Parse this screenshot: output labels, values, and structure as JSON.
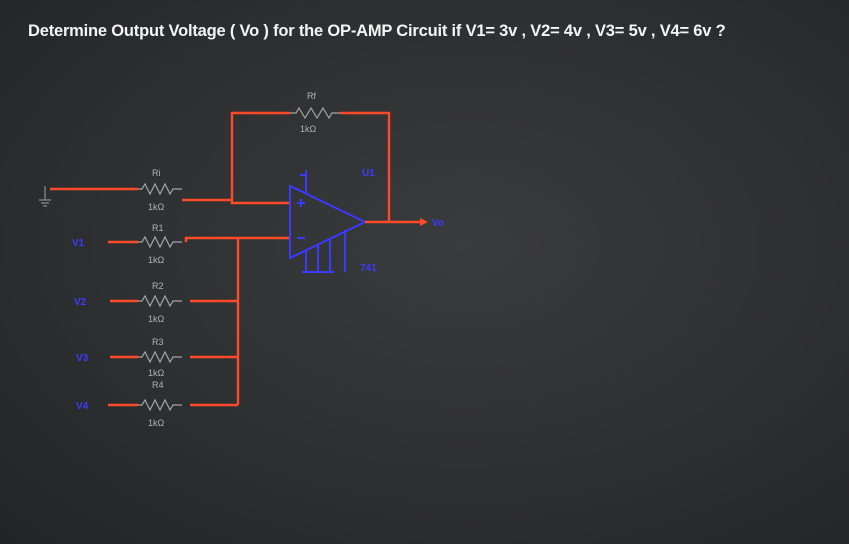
{
  "question": "Determine Output Voltage ( Vo ) for the OP-AMP Circuit if V1= 3v , V2= 4v , V3= 5v , V4= 6v ?",
  "circuit": {
    "feedback_resistor": {
      "name": "Rf",
      "value": "1kΩ"
    },
    "input_resistors": [
      {
        "name": "Ri",
        "value": "1kΩ"
      },
      {
        "name": "R1",
        "value": "1kΩ"
      },
      {
        "name": "R2",
        "value": "1kΩ"
      },
      {
        "name": "R3",
        "value": "1kΩ"
      },
      {
        "name": "R4",
        "value": "1kΩ"
      }
    ],
    "sources": [
      "V1",
      "V2",
      "V3",
      "V4"
    ],
    "output_label": "Vo",
    "opamp_pin_labels": [
      "U1",
      "741"
    ]
  },
  "colors": {
    "wire": "#ff4a2a",
    "opamp": "#3a3aff",
    "text": "#f4f4f4"
  }
}
